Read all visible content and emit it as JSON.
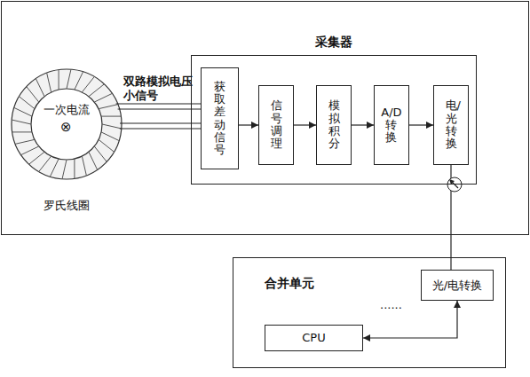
{
  "diagram": {
    "nodes": [
      {
        "text": [
          "一次电流",
          "罗氏线圈"
        ]
      },
      {
        "text": [
          "采集器"
        ]
      },
      {
        "text": [
          "获取差动信号"
        ],
        "in": 1
      },
      {
        "text": [
          "信号调理"
        ],
        "in": 1
      },
      {
        "text": [
          "模拟积分"
        ],
        "in": 1
      },
      {
        "text": [
          "A/D转换"
        ],
        "in": 1
      },
      {
        "text": [
          "电/光转换"
        ],
        "in": 1
      },
      {
        "text": [
          "合并单元"
        ]
      },
      {
        "text": [
          "光/电转换"
        ],
        "in": 7
      },
      {
        "text": [
          "CPU"
        ],
        "in": 7
      }
    ],
    "edges": [
      {
        "from": 0,
        "to": 2,
        "label": "双路模拟电压小信号",
        "arrow": "none"
      },
      {
        "from": 2,
        "to": 3,
        "arrow": "to"
      },
      {
        "from": 3,
        "to": 4,
        "arrow": "to"
      },
      {
        "from": 4,
        "to": 5,
        "arrow": "to"
      },
      {
        "from": 5,
        "to": 6,
        "arrow": "to"
      },
      {
        "from": 6,
        "to": 8,
        "arrow": "none"
      },
      {
        "from": 8,
        "to": 9,
        "arrow": "both"
      }
    ],
    "labels": [
      "⊗",
      "......"
    ]
  }
}
